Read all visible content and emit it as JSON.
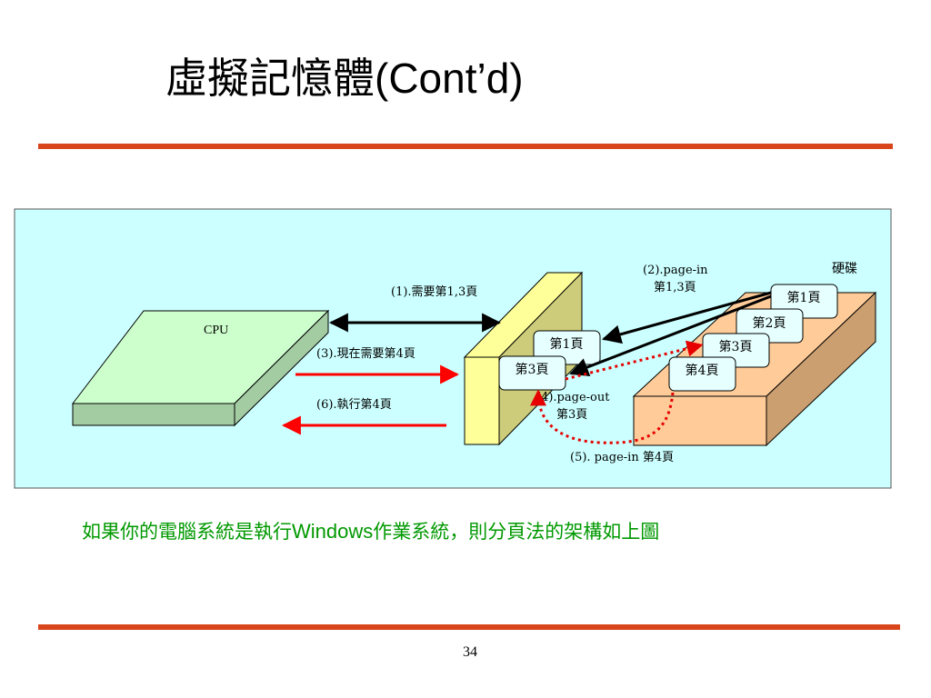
{
  "slide": {
    "title_cjk": "虛擬記憶體",
    "title_latin": "(Cont’d)",
    "page_number": "34"
  },
  "caption": {
    "part1": "如果你的電腦系統是執行",
    "part2": "Windows",
    "part3": "作業系統，則分頁法的架構如上圖"
  },
  "diagram": {
    "cpu_label": "CPU",
    "disk_label": "硬碟",
    "memory_pages": [
      "第1頁",
      "第3頁"
    ],
    "disk_pages": [
      "第1頁",
      "第2頁",
      "第3頁",
      "第4頁"
    ],
    "steps": {
      "step1": "(1).需要第1,3頁",
      "step2_line1": "(2).page-in",
      "step2_line2": "第1,3頁",
      "step3": "(3).現在需要第4頁",
      "step4_line1": "(4).page-out",
      "step4_line2": "第3頁",
      "step5": "(5). page-in 第4頁",
      "step6": "(6).執行第4頁"
    }
  },
  "colors": {
    "rule": "#d9461c",
    "panel_bg": "#ccffff",
    "cpu_fill": "#ccffcc",
    "memory_fill": "#ffff99",
    "disk_fill": "#ffcc99",
    "page_card_fill": "#e6ffff",
    "arrow_red": "#ff0000",
    "dotted_red": "#e60000",
    "caption_green": "#009900"
  }
}
